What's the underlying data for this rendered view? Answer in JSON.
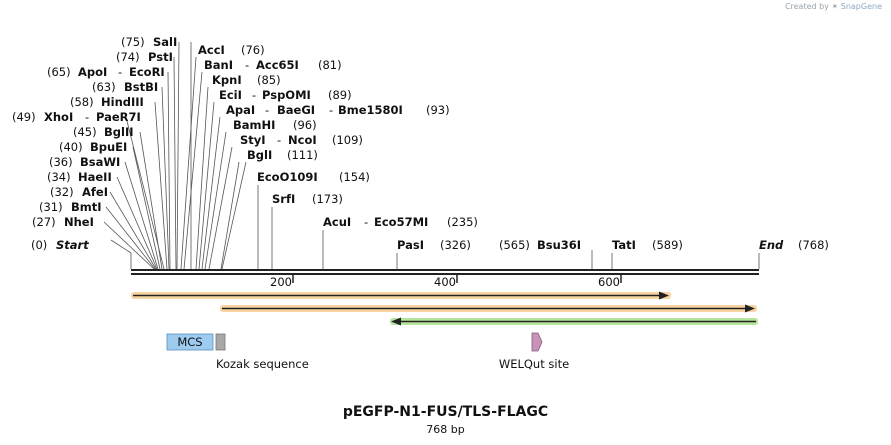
{
  "credit": {
    "prefix": "Created by",
    "brand": "SnapGene"
  },
  "map": {
    "name": "pEGFP-N1-FUS/TLS-FLAGC",
    "size_label": "768 bp",
    "length": 768,
    "start": {
      "label": "Start",
      "pos": "(0)"
    },
    "end": {
      "label": "End",
      "pos": "(768)"
    },
    "ticks": [
      200,
      400,
      600
    ],
    "sites_left": [
      {
        "name": "SalI",
        "pos": "(75)"
      },
      {
        "name": "PstI",
        "pos": "(74)"
      },
      {
        "name": "ApoI",
        "extra": "EcoRI",
        "pos": "(65)"
      },
      {
        "name": "BstBI",
        "pos": "(63)"
      },
      {
        "name": "HindIII",
        "pos": "(58)"
      },
      {
        "name": "XhoI",
        "extra": "PaeR7I",
        "pos": "(49)"
      },
      {
        "name": "BglII",
        "pos": "(45)"
      },
      {
        "name": "BpuEI",
        "pos": "(40)"
      },
      {
        "name": "BsaWI",
        "pos": "(36)"
      },
      {
        "name": "HaeII",
        "pos": "(34)"
      },
      {
        "name": "AfeI",
        "pos": "(32)"
      },
      {
        "name": "BmtI",
        "pos": "(31)"
      },
      {
        "name": "NheI",
        "pos": "(27)"
      }
    ],
    "sites_right": [
      {
        "name": "AccI",
        "pos": "(76)"
      },
      {
        "name": "BanI",
        "extra": "Acc65I",
        "pos": "(81)"
      },
      {
        "name": "KpnI",
        "pos": "(85)"
      },
      {
        "name": "EciI",
        "extra": "PspOMI",
        "pos": "(89)"
      },
      {
        "name": "ApaI",
        "extra": "BaeGI",
        "extra2": "Bme1580I",
        "pos": "(93)"
      },
      {
        "name": "BamHI",
        "pos": "(96)"
      },
      {
        "name": "StyI",
        "extra": "NcoI",
        "pos": "(109)"
      },
      {
        "name": "BglI",
        "pos": "(111)"
      },
      {
        "name": "EcoO109I",
        "pos": "(154)"
      },
      {
        "name": "SrfI",
        "pos": "(173)"
      },
      {
        "name": "AcuI",
        "extra": "Eco57MI",
        "pos": "(235)"
      },
      {
        "name": "PasI",
        "pos": "(326)"
      },
      {
        "name": "Bsu36I",
        "pos": "(565)"
      },
      {
        "name": "TatI",
        "pos": "(589)"
      }
    ],
    "features": [
      {
        "name": "MCS",
        "color": "#9ecbf0"
      },
      {
        "name": "Kozak sequence",
        "color": "#a8a8a8"
      },
      {
        "name": "WELQut site",
        "color": "#c793b8"
      }
    ],
    "arrows": [
      {
        "direction": "forward",
        "color": "#f0a030"
      },
      {
        "direction": "forward",
        "color": "#f0a030"
      },
      {
        "direction": "reverse",
        "color": "#7fc860"
      }
    ]
  }
}
